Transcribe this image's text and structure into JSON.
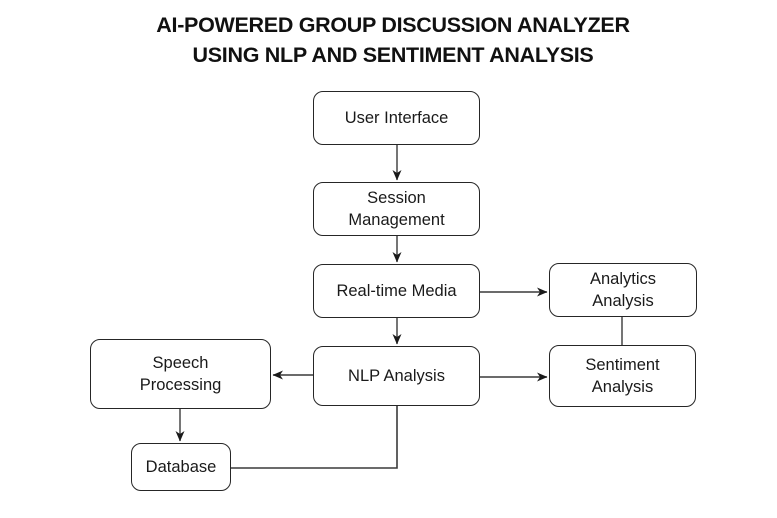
{
  "title": {
    "line1": "AI-POWERED GROUP DISCUSSION ANALYZER",
    "line2": "USING NLP AND SENTIMENT ANALYSIS"
  },
  "nodes": {
    "user_interface": {
      "label": "User Interface"
    },
    "session_management": {
      "label": "Session Management"
    },
    "real_time_media": {
      "label": "Real-time Media"
    },
    "nlp_analysis": {
      "label": "NLP Analysis"
    },
    "analytics_analysis": {
      "label": "Analytics Analysis"
    },
    "sentiment_analysis": {
      "label": "Sentiment Analysis"
    },
    "speech_processing": {
      "label": "Speech Processing"
    },
    "database": {
      "label": "Database"
    }
  },
  "edges": [
    {
      "from": "user_interface",
      "to": "session_management",
      "style": "arrow"
    },
    {
      "from": "session_management",
      "to": "real_time_media",
      "style": "arrow"
    },
    {
      "from": "real_time_media",
      "to": "nlp_analysis",
      "style": "arrow"
    },
    {
      "from": "real_time_media",
      "to": "analytics_analysis",
      "style": "arrow"
    },
    {
      "from": "nlp_analysis",
      "to": "sentiment_analysis",
      "style": "arrow"
    },
    {
      "from": "nlp_analysis",
      "to": "speech_processing",
      "style": "arrow"
    },
    {
      "from": "speech_processing",
      "to": "database",
      "style": "arrow"
    },
    {
      "from": "analytics_analysis",
      "to": "sentiment_analysis",
      "style": "plain-line"
    },
    {
      "from": "nlp_analysis",
      "to": "database",
      "style": "plain-elbow-line"
    }
  ],
  "colors": {
    "background": "#ffffff",
    "box_border": "#262626",
    "connector": "#3a3a3a",
    "text": "#1a1a1a",
    "title_text": "#111111"
  }
}
